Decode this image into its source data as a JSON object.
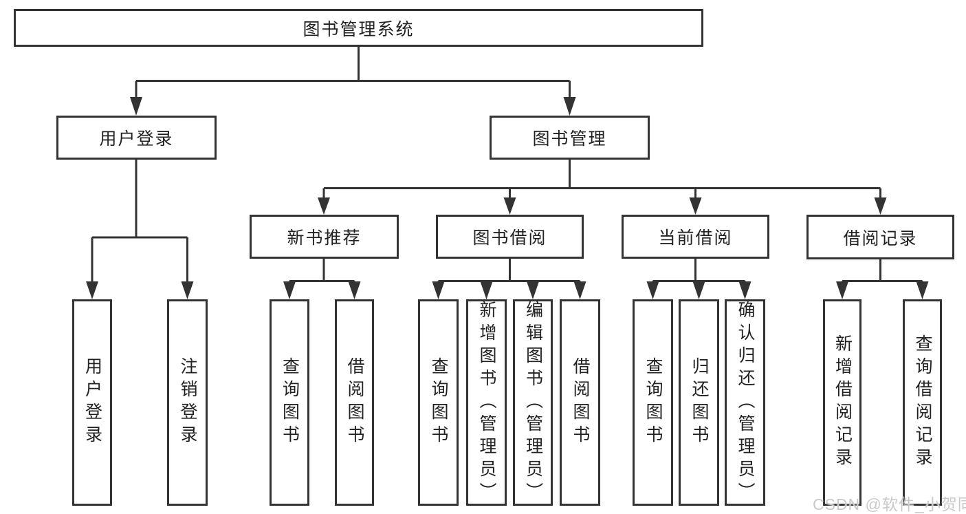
{
  "diagram_title": "图书管理系统",
  "nodes": {
    "root": "图书管理系统",
    "userLogin": "用户登录",
    "bookManagement": "图书管理",
    "newBookRecommend": "新书推荐",
    "bookBorrowing": "图书借阅",
    "currentBorrowing": "当前借阅",
    "borrowingRecords": "借阅记录",
    "leafUserLogin": "用户登录",
    "leafLogout": "注销登录",
    "leafQueryBooks1": "查询图书",
    "leafBorrowBooks1": "借阅图书",
    "leafQueryBooks2": "查询图书",
    "leafAddBookAdmin": "新增图书（管理员）",
    "leafEditBookAdmin": "编辑图书（管理员）",
    "leafBorrowBooks2": "借阅图书",
    "leafQueryBooks3": "查询图书",
    "leafReturnBooks": "归还图书",
    "leafConfirmReturnAdmin": "确认归还（管理员）",
    "leafAddBorrowRecord": "新增借阅记录",
    "leafQueryBorrowRecord": "查询借阅记录"
  },
  "hierarchy": {
    "root": "图书管理系统",
    "children": [
      {
        "label": "用户登录",
        "children": [
          "用户登录",
          "注销登录"
        ]
      },
      {
        "label": "图书管理",
        "children": [
          {
            "label": "新书推荐",
            "children": [
              "查询图书",
              "借阅图书"
            ]
          },
          {
            "label": "图书借阅",
            "children": [
              "查询图书",
              "新增图书（管理员）",
              "编辑图书（管理员）",
              "借阅图书"
            ]
          },
          {
            "label": "当前借阅",
            "children": [
              "查询图书",
              "归还图书",
              "确认归还（管理员）"
            ]
          },
          {
            "label": "借阅记录",
            "children": [
              "新增借阅记录",
              "查询借阅记录"
            ]
          }
        ]
      }
    ]
  },
  "watermark": {
    "text": "CSDN @软件_小贺同学",
    "color": "#c9c9c9"
  },
  "colors": {
    "border": "#333333",
    "text": "#222222",
    "background": "#ffffff",
    "connector": "#333333"
  }
}
